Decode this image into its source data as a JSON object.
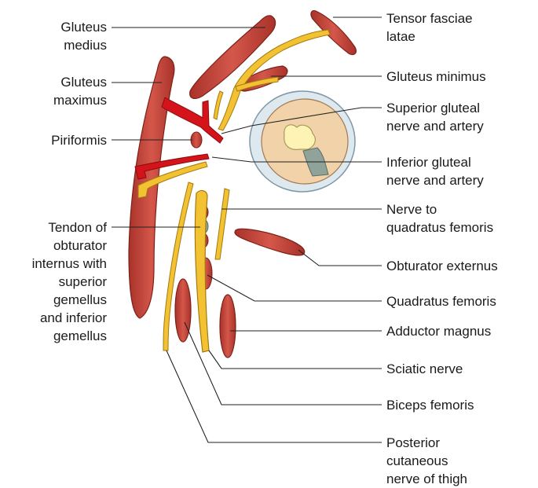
{
  "colors": {
    "muscle": "#c8453a",
    "muscle_dark": "#8e2a22",
    "nerve": "#f2c232",
    "nerve_dark": "#b58a12",
    "artery": "#d4141a",
    "acetabulum_ring": "#cfe0ea",
    "joint_fill": "#f4d6b0",
    "femoral_head": "#fbf3b8",
    "femur_neck": "#8fa39a",
    "leader": "#222222"
  },
  "labels": {
    "gluteus_medius": "Gluteus\nmedius",
    "gluteus_maximus": "Gluteus\nmaximus",
    "piriformis": "Piriformis",
    "tendon_obturator": "Tendon of\nobturator\ninternus with\nsuperior\ngemellus\nand inferior\ngemellus",
    "tensor_fasciae_latae": "Tensor fasciae\nlatae",
    "gluteus_minimus": "Gluteus minimus",
    "superior_gluteal": "Superior gluteal\nnerve and artery",
    "inferior_gluteal": "Inferior gluteal\nnerve and artery",
    "nerve_quadratus": "Nerve to\nquadratus femoris",
    "obturator_externus": "Obturator externus",
    "quadratus_femoris": "Quadratus femoris",
    "adductor_magnus": "Adductor magnus",
    "sciatic_nerve": "Sciatic nerve",
    "biceps_femoris": "Biceps femoris",
    "posterior_cutaneous": "Posterior\ncutaneous\nnerve of thigh"
  }
}
